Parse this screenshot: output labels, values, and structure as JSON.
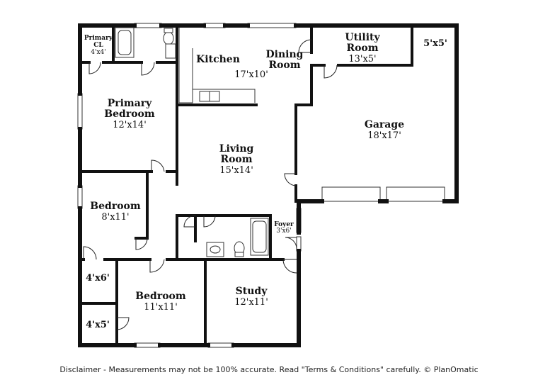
{
  "rooms": {
    "primary_closet": {
      "name": "Primary CL",
      "name_line1": "Primary",
      "name_line2": "CL",
      "dims": "4'x4'"
    },
    "kitchen": {
      "name": "Kitchen"
    },
    "dining": {
      "name_line1": "Dining",
      "name_line2": "Room"
    },
    "kitchen_dining_dims": "17'x10'",
    "utility": {
      "name_line1": "Utility",
      "name_line2": "Room",
      "dims": "13'x5'"
    },
    "garage_closet": {
      "dims": "5'x5'"
    },
    "garage": {
      "name": "Garage",
      "dims": "18'x17'"
    },
    "primary_bedroom": {
      "name_line1": "Primary",
      "name_line2": "Bedroom",
      "dims": "12'x14'"
    },
    "living": {
      "name_line1": "Living",
      "name_line2": "Room",
      "dims": "15'x14'"
    },
    "bedroom_2": {
      "name": "Bedroom",
      "dims": "8'x11'"
    },
    "foyer": {
      "name": "Foyer",
      "dims": "3'x6'"
    },
    "closet_a": {
      "dims": "4'x6'"
    },
    "closet_b": {
      "dims": "4'x5'"
    },
    "bedroom_3": {
      "name": "Bedroom",
      "dims": "11'x11'"
    },
    "study": {
      "name": "Study",
      "dims": "12'x11'"
    }
  },
  "disclaimer": "Disclaimer - Measurements may not be 100% accurate. Read \"Terms & Conditions\" carefully. © PlanOmatic"
}
